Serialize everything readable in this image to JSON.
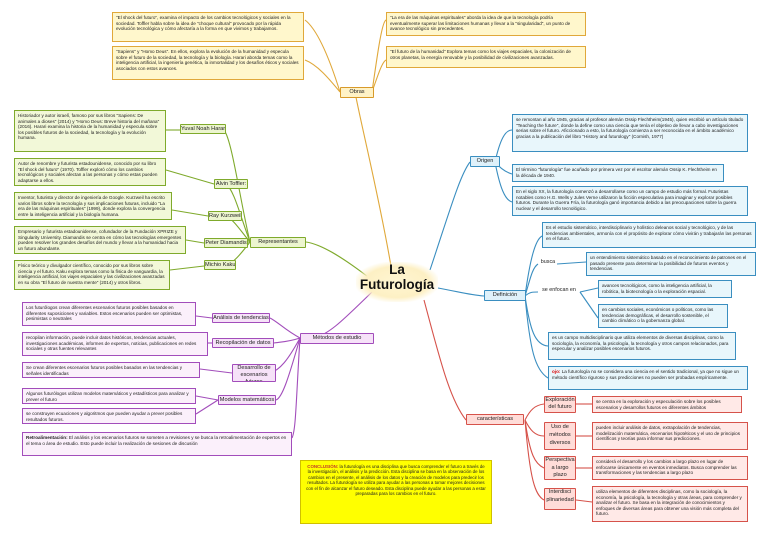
{
  "center": {
    "line1": "La",
    "line2": "Futurología"
  },
  "branches": {
    "obras": "Obras",
    "representantes": "Representantes",
    "metodos": "Métodos de estudio",
    "origen": "Origen",
    "definicion": "Definición",
    "caracteristicas": "características"
  },
  "obras": {
    "b1": "\"El shock del futuro\", examina el impacto de los cambios tecnológicos y sociales en la sociedad. Toffler habla sobre la idea de \"choque cultural\" provocado por la rápida evolución tecnológica y cómo afectaría a la forma en que vivimos y trabajamos.",
    "b2": "\"Sapiens\" y \"Homo Deus\". En ellos, explora la evolución de la humanidad y especula sobre el futuro de la sociedad, la tecnología y la biología. Harari aborda temas como la inteligencia artificial, la ingeniería genética, la inmortalidad y los desafíos éticos y sociales asociados con estos avances.",
    "b3": "\"La era de las máquinas espirituales\" aborda la idea de que la tecnología podría eventualmente superar las limitaciones humanas y llevar a la \"singularidad\", un punto de avance tecnológico sin precedentes.",
    "b4": "\"El futuro de la humanidad\" Explora temas como los viajes espaciales, la colonización de otros planetas, la energía renovable y la posibilidad de civilizaciones avanzadas."
  },
  "representantes": {
    "names": [
      "Yuval Noah Harari",
      "Alvin Toffler:",
      "Ray Kurzweil",
      "Peter Diamandis",
      "Michio Kaku"
    ],
    "descs": [
      "Historiador y autor israelí, famoso por sus libros \"Sapiens: De animales a dioses\" (2014) y \"Homo Deus: Breve historia del mañana\" (2016). Harari examina la historia de la humanidad y especula sobre los posibles futuros de la sociedad, la tecnología y la evolución humana.",
      "Autor de renombre y futurista estadounidense, conocido por su libro \"El shock del futuro\" (1970). Toffler exploró cómo los cambios tecnológicos y sociales afectan a las personas y cómo estas pueden adaptarse a ellos.",
      "Inventor, futurista y director de ingeniería de Google. Kurzweil ha escrito varios libros sobre la tecnología y sus implicaciones futuras, incluido \"La era de las máquinas espirituales\" (1999), donde explora la convergencia entre la inteligencia artificial y la biología humana.",
      "Empresario y futurista estadounidense, cofundador de la Fundación XPRIZE y Singularity University. Diamandis se centra en cómo las tecnologías emergentes pueden resolver los grandes desafíos del mundo y llevar a la humanidad hacia un futuro abundante.",
      "Físico teórico y divulgador científico, conocido por sus libros sobre ciencia y el futuro. Kaku explora temas como la física de vanguardia, la inteligencia artificial, los viajes espaciales y las civilizaciones avanzadas en su obra \"El futuro de nuestra mente\" (2014) y otros libros."
    ]
  },
  "metodos": {
    "names": [
      "Análisis de tendencias",
      "Recopilación de datos",
      "Desarrollo de escenarios futuros",
      "Modelos matemáticos"
    ],
    "descs": [
      "Los futurólogos crean diferentes escenarios futuros posibles basados en diferentes suposiciones y variables. Estos escenarios pueden ser optimistas, pesimistas o neutrales",
      "recopilan información, puede incluir datos históricos, tendencias actuales, investigaciones académicas, informes de expertos, noticias, publicaciones en redes sociales y otras fuentes relevantes",
      "Se crean diferentes escenarios futuros posibles basados en las tendencias y señales identificadas",
      "Algunos futurólogos utilizan modelos matemáticos y estadísticos para analizar y prever el futuro",
      "se construyen ecuaciones y algoritmos que pueden ayudar a prever posibles resultados futuros."
    ],
    "retro_title": "Retroalimentación:",
    "retro_text": " El análisis y los escenarios futuros se someten a revisiones y se busca la retroalimentación de expertos en el tema o área de estudio. Esto puede incluir la realización de sesiones de discusión"
  },
  "origen": {
    "o1": "se remontan al año 1945, gracias al profesor alemán Ossip Flechtheim(1945), quien escribió un artículo titulado \"Teaching the future\", donde la define como una ciencia que tenía el objetivo de llevar a cabo investigaciones serias sobre el futuro. Aficcionado a esto, la futurología comienza a ser reconocida en el ámbito académico gracias a la publicación del libro \"History and futurology\" (Cornish, 1977)",
    "o2": "El término \"futurología\" fue acuñado por primera vez por el escritor alemán Ossip K. Flechtheim en la década de 1940.",
    "o3": "En el siglo XX, la futurología comenzó a desarrollarse como un campo de estudio más formal. Futuristas notables como H.G. Wells y Jules Verne utilizaron la ficción especulativa para imaginar y explorar posibles futuros. Durante la Guerra Fría, la futurología ganó importancia debido a las preocupaciones sobre la guerra nuclear y el desarrollo tecnológico."
  },
  "definicion": {
    "d1": "Es el estudio sistemático, interdisciplinario y holístico deleanos social y tecnológico, y de las tendencias ambientales, armonía con el propósito de explorar cómo vivirán y trabajarán las personas en el futuro.",
    "busca": "busca",
    "d2": "un entendimiento sistemático basado en el reconocimiento de patrones en el pasado presente para determinar la posibilidad de futuros eventos y tendencias.",
    "enfocan": "se enfocan en",
    "d3": "avances tecnológicos, como la inteligencia artificial, la robótica, la biotecnología o la exploración espacial.",
    "d4": "en cambios sociales, económicos o políticos, como las tendencias demográficas, el desarrollo sostenible, el cambio climático o la gobernanza global.",
    "d5": "es un campo multidisciplinario que utiliza elementos de diversas disciplinas, como la sociología, la economía, la psicología, la tecnología y otros campos relacionados, para especular y analizar posibles escenarios futuros.",
    "ojo": "ojo:",
    "d6": " La futurología no se considera una ciencia en el sentido tradicional, ya que no sigue un método científico riguroso y sus predicciones no pueden ser probadas empíricamente."
  },
  "caracteristicas": {
    "names": [
      "Exploración del futuro",
      "Uso de métodos diversos",
      "Perspectiva a largo plazo",
      "Interdisci plinariedad"
    ],
    "descs": [
      "se centra en la exploración y especulación sobre los posibles escenarios y desarrollos futuros en diferentes ámbitos",
      "pueden incluir análisis de datos, extrapolación de tendencias, modelización matemática, escenarios hipotéticos y el uso de principios científicos y teorías para informar sus predicciones.",
      "considerá el desarrollo y los cambios a largo plazo en lugar de enfocarse únicamente en eventos inmediatos. Busca comprender las transformaciones y las tendencias a largo plazo",
      "utiliza elementos de diferentes disciplinas, como la sociología, la economía, la psicología, la tecnología y otras áreas, para comprender y analizar el futuro. Se basa en la integración de conocimientos y enfoques de diversas áreas para obtener una visión más completa del futuro."
    ]
  },
  "conclusion": {
    "title": "CONCLUSIÓN:",
    "text": " la futurología es una disciplina que busca comprender el futuro a través de la investigación, el análisis y la predicción. Esta disciplina se basa en la observación de los cambios en el presente, el análisis de los datos y la creación de modelos para predecir los resultados. La futurología se utiliza para ayudar a las personas a tomar mejores decisiones con el fin de alcanzar el futuro deseado. Esta disciplina puede ayudar a las personas a estar preparadas para los cambios en el futuro."
  },
  "colors": {
    "obras": "#e0a83a",
    "representantes": "#7faa2c",
    "metodos": "#a24dbb",
    "origen": "#3a8ec0",
    "definicion": "#3a8ec0",
    "caracteristicas": "#d6524a"
  }
}
